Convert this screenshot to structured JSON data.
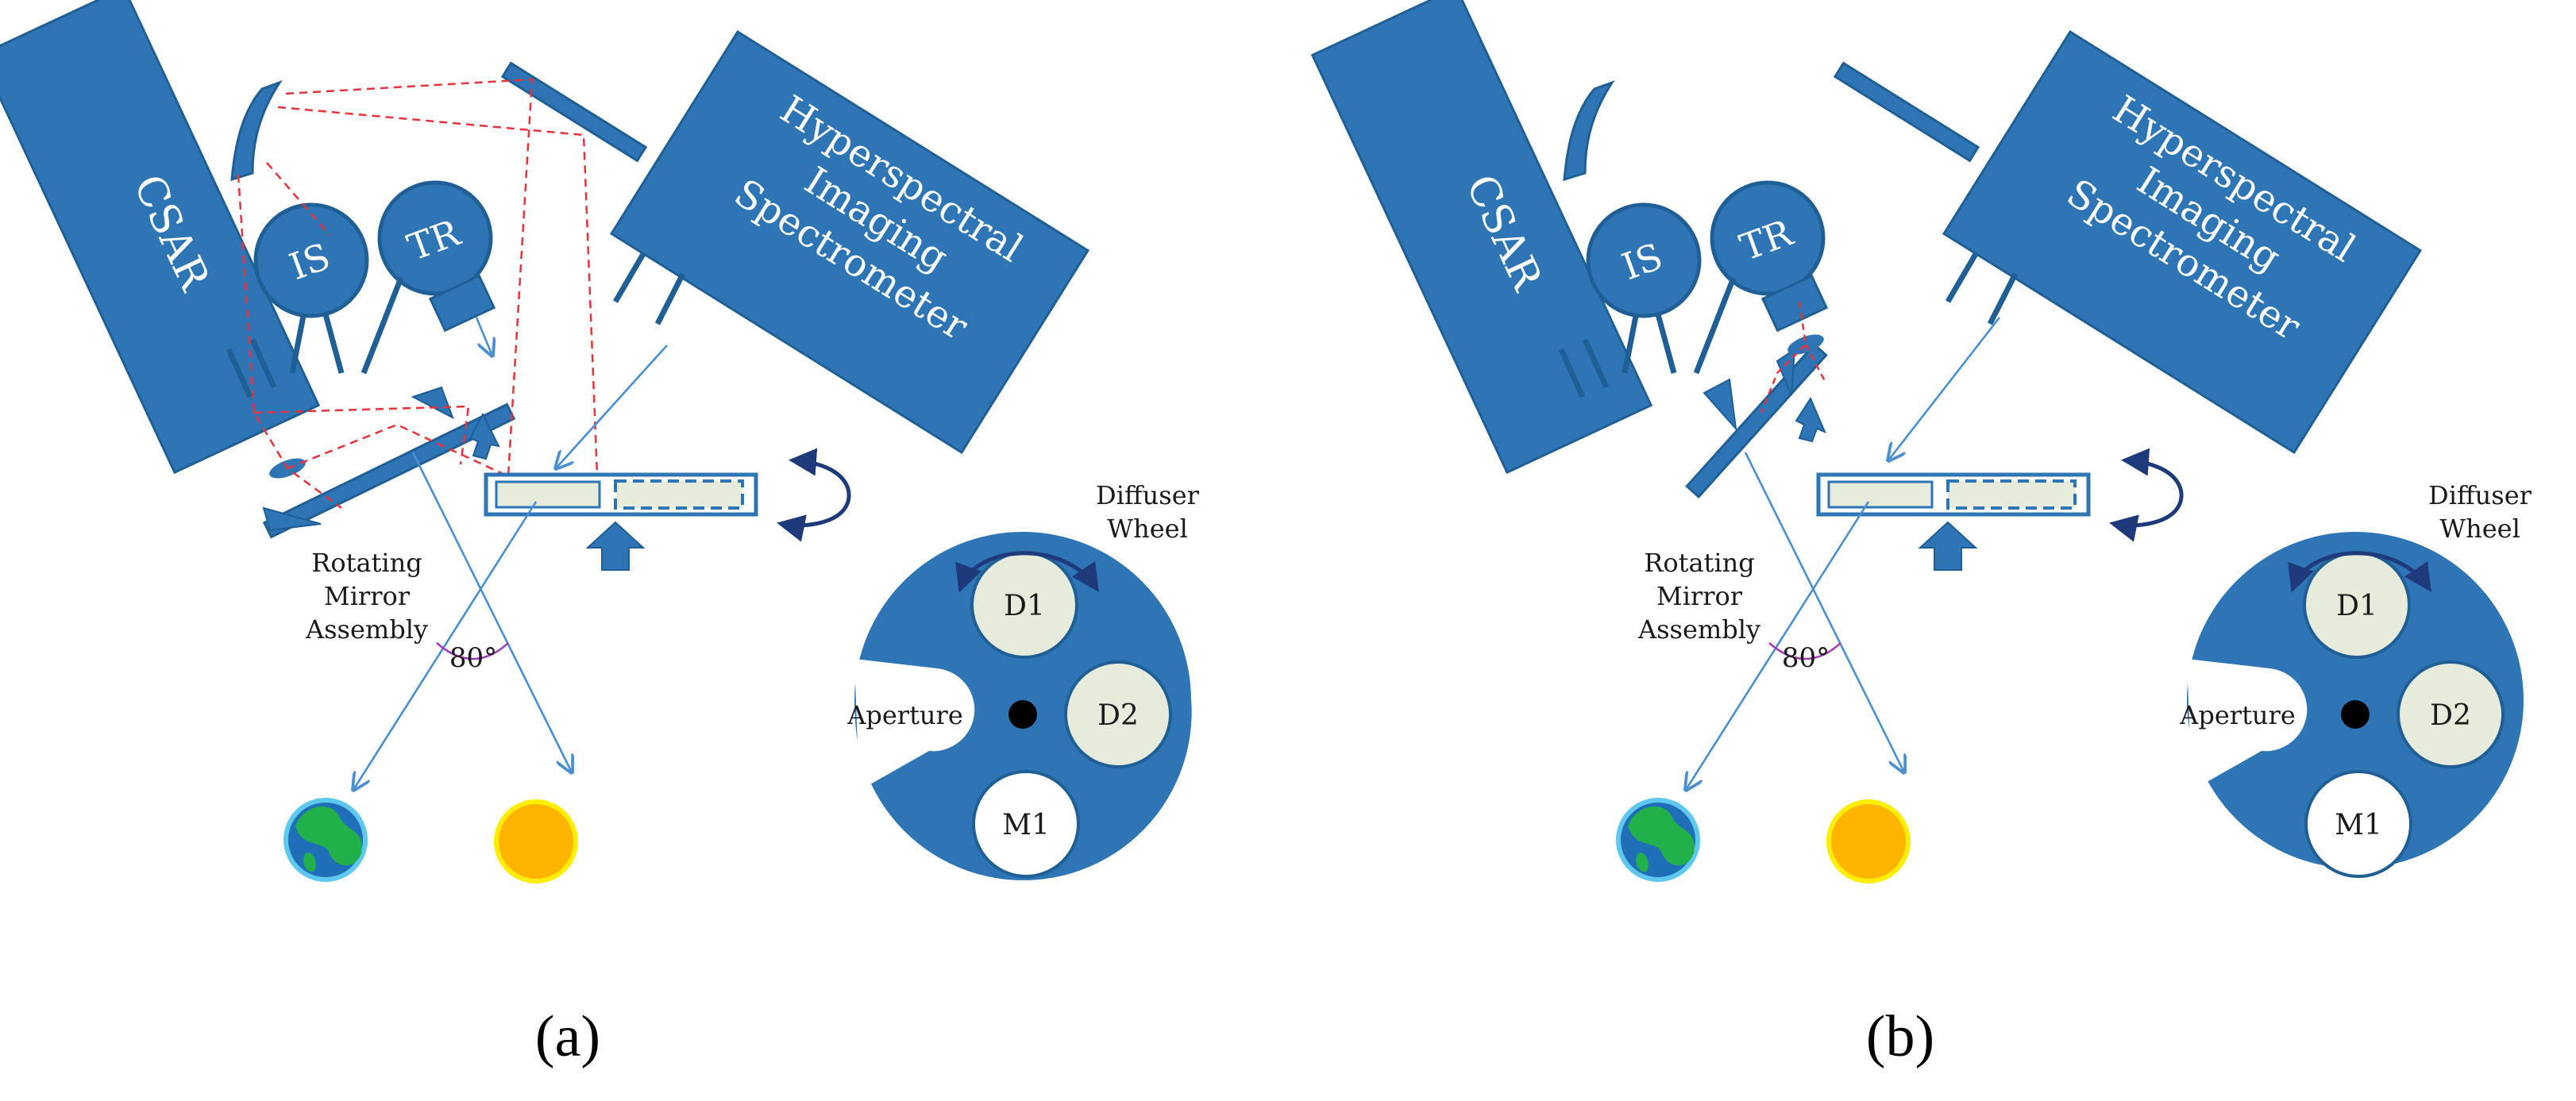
{
  "panels": [
    {
      "id": "a",
      "caption": "(a)",
      "csar_label": "CSAR",
      "is_label": "IS",
      "tr_label": "TR",
      "spectrometer_lines": [
        "Hyperspectral",
        "Imaging",
        "Spectrometer"
      ],
      "rotating_lines": [
        "Rotating",
        "Mirror",
        "Assembly"
      ],
      "diffuser_lines": [
        "Diffuser",
        "Wheel"
      ],
      "aperture_label": "Aperture",
      "d1_label": "D1",
      "d2_label": "D2",
      "m1_label": "M1",
      "angle_label": "80°",
      "optical_paths_shown": "full"
    },
    {
      "id": "b",
      "caption": "(b)",
      "csar_label": "CSAR",
      "is_label": "IS",
      "tr_label": "TR",
      "spectrometer_lines": [
        "Hyperspectral",
        "Imaging",
        "Spectrometer"
      ],
      "rotating_lines": [
        "Rotating",
        "Mirror",
        "Assembly"
      ],
      "diffuser_lines": [
        "Diffuser",
        "Wheel"
      ],
      "aperture_label": "Aperture",
      "d1_label": "D1",
      "d2_label": "D2",
      "m1_label": "M1",
      "angle_label": "80°",
      "optical_paths_shown": "transfer-radiometer"
    }
  ],
  "colors": {
    "component_blue": "#2e75b6",
    "component_edge": "#1f5f96",
    "navy_arrow": "#1f3a7a",
    "light_ray": "#4a8fd0",
    "dashed_path": "#e8323c",
    "diffuser_fill": "#e6ebdc",
    "angle_arc": "#a03cb4",
    "earth_ocean": "#1e6fb8",
    "earth_land": "#22b04b",
    "earth_rim": "#5ec8ee",
    "sun_fill": "#ffb400",
    "sun_rim": "#ffee00"
  },
  "icons": [
    "earth-icon",
    "sun-icon",
    "rotation-arrow-icon",
    "pointer-arrow-icon"
  ]
}
